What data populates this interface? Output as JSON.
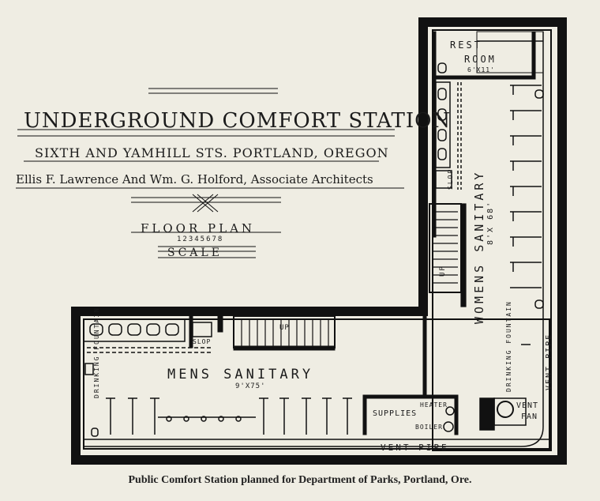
{
  "title": {
    "main": "UNDERGROUND COMFORT STATION",
    "location": "SIXTH AND YAMHILL STS. PORTLAND, OREGON",
    "architects": "Ellis F. Lawrence And Wm. G. Holford, Associate Architects"
  },
  "scale": {
    "floor_plan": "FLOOR PLAN",
    "numbers": "12345678",
    "word": "SCALE"
  },
  "rooms": {
    "rest_room": "REST",
    "rest_room_2": "ROOM",
    "rest_dims": "6'X11'",
    "womens": "WOMENS SANITARY",
    "womens_dims": "8'X 68'",
    "mens": "MENS SANITARY",
    "mens_dims": "9'X75'",
    "supplies": "SUPPLIES",
    "heater": "HEATER",
    "boiler": "BOILER",
    "vent_fan": "VENT",
    "vent_fan_2": "FAN",
    "vent_pipe_h": "VENT PIPE",
    "vent_pipe_v": "VENT PIPE",
    "slop_w": "SLOP",
    "slop_m": "SLOP",
    "up_w": "UP",
    "up_m": "UP",
    "drinking_w": "DRINKING FOUNTAIN",
    "drinking_m": "DRINKING FOUNTAIN"
  },
  "caption": "Public Comfort Station planned for Department of Parks, Portland, Ore."
}
